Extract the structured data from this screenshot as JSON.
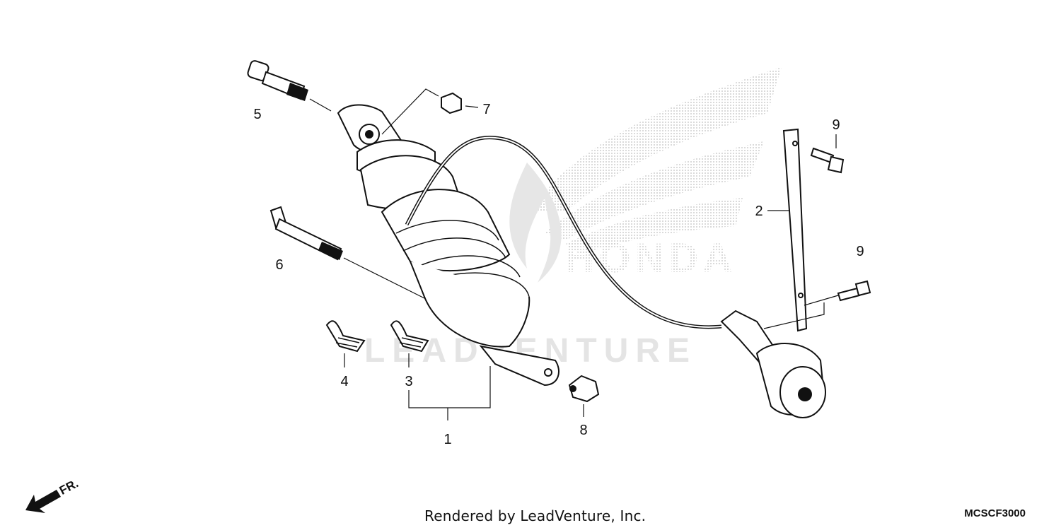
{
  "callouts": {
    "c1": "1",
    "c2": "2",
    "c3": "3",
    "c4": "4",
    "c5": "5",
    "c6": "6",
    "c7": "7",
    "c8": "8",
    "c9a": "9",
    "c9b": "9"
  },
  "direction_marker": "FR.",
  "watermark": {
    "brand": "HONDA",
    "vendor": "LEADVENTURE"
  },
  "footer": {
    "credit": "Rendered by LeadVenture, Inc.",
    "diagram_code": "MCSCF3000"
  },
  "colors": {
    "line": "#111111",
    "watermark": "#c8c8c8",
    "background": "#ffffff"
  }
}
